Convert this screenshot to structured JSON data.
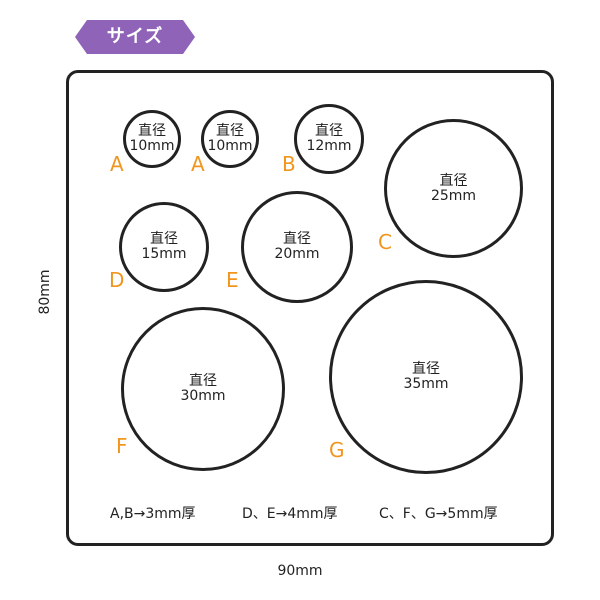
{
  "header": {
    "title": "サイズ",
    "accent_color": "#8f63b8"
  },
  "board": {
    "width_label": "90mm",
    "height_label": "80mm",
    "circles": [
      {
        "letter": "A",
        "line1": "直径",
        "line2": "10mm"
      },
      {
        "letter": "A",
        "line1": "直径",
        "line2": "10mm"
      },
      {
        "letter": "B",
        "line1": "直径",
        "line2": "12mm"
      },
      {
        "letter": "C",
        "line1": "直径",
        "line2": "25mm"
      },
      {
        "letter": "D",
        "line1": "直径",
        "line2": "15mm"
      },
      {
        "letter": "E",
        "line1": "直径",
        "line2": "20mm"
      },
      {
        "letter": "F",
        "line1": "直径",
        "line2": "30mm"
      },
      {
        "letter": "G",
        "line1": "直径",
        "line2": "35mm"
      }
    ],
    "notes": [
      "A,B→3mm厚",
      "D、E→4mm厚",
      "C、F、G→5mm厚"
    ]
  },
  "colors": {
    "letter": "#f0961e",
    "outline": "#222222"
  }
}
